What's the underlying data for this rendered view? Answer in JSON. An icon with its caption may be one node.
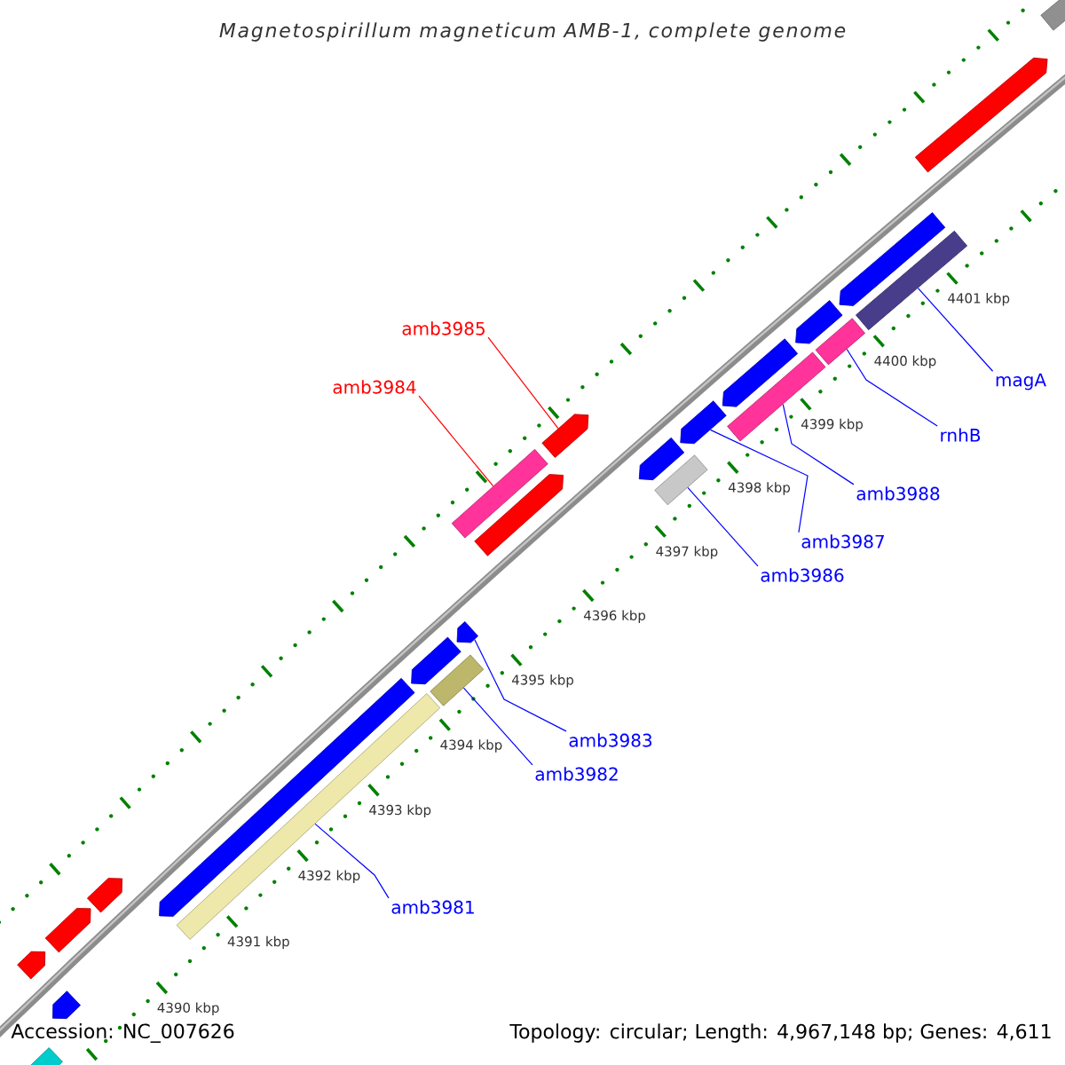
{
  "diagram": {
    "title": "Magnetospirillum magneticum AMB-1, complete genome",
    "nodes": [
      {
        "text": [
          "amb3985"
        ]
      },
      {
        "text": [
          "amb3984"
        ]
      },
      {
        "text": [
          "magA"
        ]
      },
      {
        "text": [
          "rnhB"
        ]
      },
      {
        "text": [
          "amb3988"
        ]
      },
      {
        "text": [
          "amb3987"
        ]
      },
      {
        "text": [
          "amb3986"
        ]
      },
      {
        "text": [
          "amb3983"
        ]
      },
      {
        "text": [
          "amb3982"
        ]
      },
      {
        "text": [
          "amb3981"
        ]
      },
      {
        "text": [],
        "shape": "bar"
      },
      {
        "text": [],
        "shape": "bar"
      },
      {
        "text": [],
        "shape": "bar"
      },
      {
        "text": [],
        "shape": "bar"
      },
      {
        "text": [],
        "shape": "bar"
      },
      {
        "text": [],
        "shape": "bar"
      },
      {
        "text": [],
        "shape": "bar"
      },
      {
        "text": [],
        "shape": "bar"
      },
      {
        "text": [],
        "shape": "bar"
      },
      {
        "text": [],
        "shape": "bar"
      },
      {
        "text": [],
        "shape": "bar"
      },
      {
        "text": [],
        "shape": "bar"
      },
      {
        "text": [],
        "shape": "bar"
      },
      {
        "text": [],
        "shape": "bar"
      },
      {
        "text": [],
        "shape": "bar"
      },
      {
        "text": [],
        "shape": "bar"
      },
      {
        "text": [],
        "shape": "bar"
      },
      {
        "text": [],
        "shape": "bar"
      },
      {
        "text": [],
        "shape": "bar"
      },
      {
        "text": [],
        "shape": "bar"
      },
      {
        "text": [],
        "shape": "bar"
      },
      {
        "text": [],
        "shape": "bar"
      },
      {
        "text": [],
        "shape": "bar"
      },
      {
        "text": [],
        "shape": "bar"
      }
    ],
    "edges": [
      {
        "from": 0,
        "to": 22,
        "arrow": "none",
        "color": "#ff0000"
      },
      {
        "from": 1,
        "to": 21,
        "arrow": "none",
        "color": "#ff0000"
      },
      {
        "from": 2,
        "to": 31,
        "arrow": "none"
      },
      {
        "from": 3,
        "to": 29,
        "arrow": "none"
      },
      {
        "from": 4,
        "to": 27,
        "arrow": "none"
      },
      {
        "from": 5,
        "to": 25,
        "arrow": "none"
      },
      {
        "from": 6,
        "to": 24,
        "arrow": "none"
      },
      {
        "from": 7,
        "to": 19,
        "arrow": "none"
      },
      {
        "from": 8,
        "to": 18,
        "arrow": "none"
      },
      {
        "from": 9,
        "to": 16,
        "arrow": "none"
      }
    ],
    "labels": [
      "4390 kbp",
      "4391 kbp",
      "4392 kbp",
      "4393 kbp",
      "4394 kbp",
      "4395 kbp",
      "4396 kbp",
      "4397 kbp",
      "4398 kbp",
      "4399 kbp",
      "4400 kbp",
      "4401 kbp",
      "Accession: NC_007626",
      "Topology: circular; Length: 4,967,148 bp; Genes: 4,611"
    ]
  }
}
